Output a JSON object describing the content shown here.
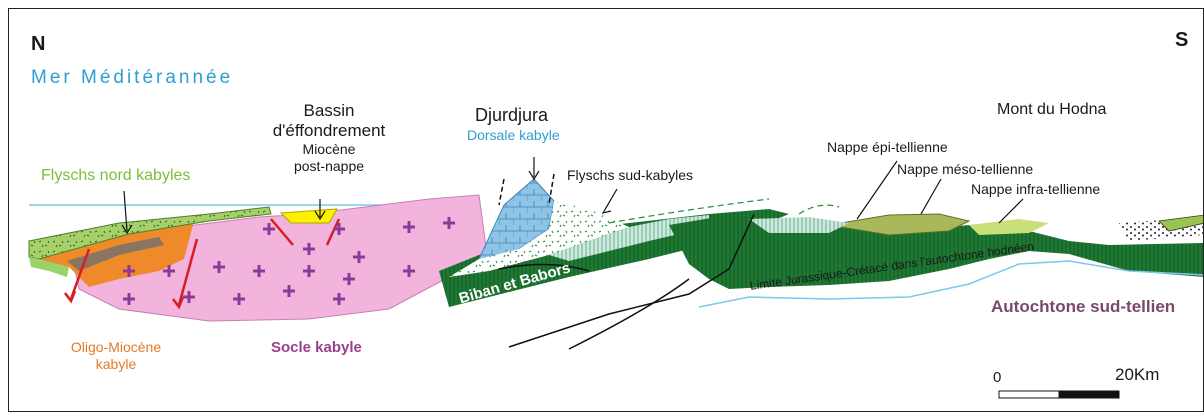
{
  "orientation": {
    "north": "N",
    "south": "S"
  },
  "sea": {
    "label": "Mer Méditérannée",
    "color": "#2f9fd0"
  },
  "basin": {
    "line1": "Bassin",
    "line2": "d'éffondrement",
    "line3": "Miocène",
    "line4": "post-nappe"
  },
  "djurdjura": {
    "title": "Djurdjura",
    "subtitle": "Dorsale kabyle"
  },
  "flyschs_nord": "Flyschs nord kabyles",
  "flyschs_sud": "Flyschs sud-kabyles",
  "mont_hodna": "Mont du Hodna",
  "nappes": {
    "epi": "Nappe épi-tellienne",
    "meso": "Nappe méso-tellienne",
    "infra": "Nappe infra-tellienne"
  },
  "biban": "Biban et Babors",
  "limite": "Limite Jurassique-Crétacé dans l'autochtone hodnéen",
  "autochtone": "Autochtone sud-tellien",
  "oligo": {
    "line1": "Oligo-Miocène",
    "line2": "kabyle"
  },
  "socle": "Socle kabyle",
  "scale": {
    "zero": "0",
    "max": "20Km"
  },
  "colors": {
    "socle": "#f2b4dc",
    "cross": "#8a3b9a",
    "orange": "#ef8a2a",
    "fault": "#d42020",
    "green_dark": "#1f7a34",
    "green_light": "#8cc63f",
    "yellow": "#fff000",
    "blue_dorsale": "#8ec4e6",
    "teal_nappe": "#bfe3d4",
    "olive": "#a9b85a"
  }
}
